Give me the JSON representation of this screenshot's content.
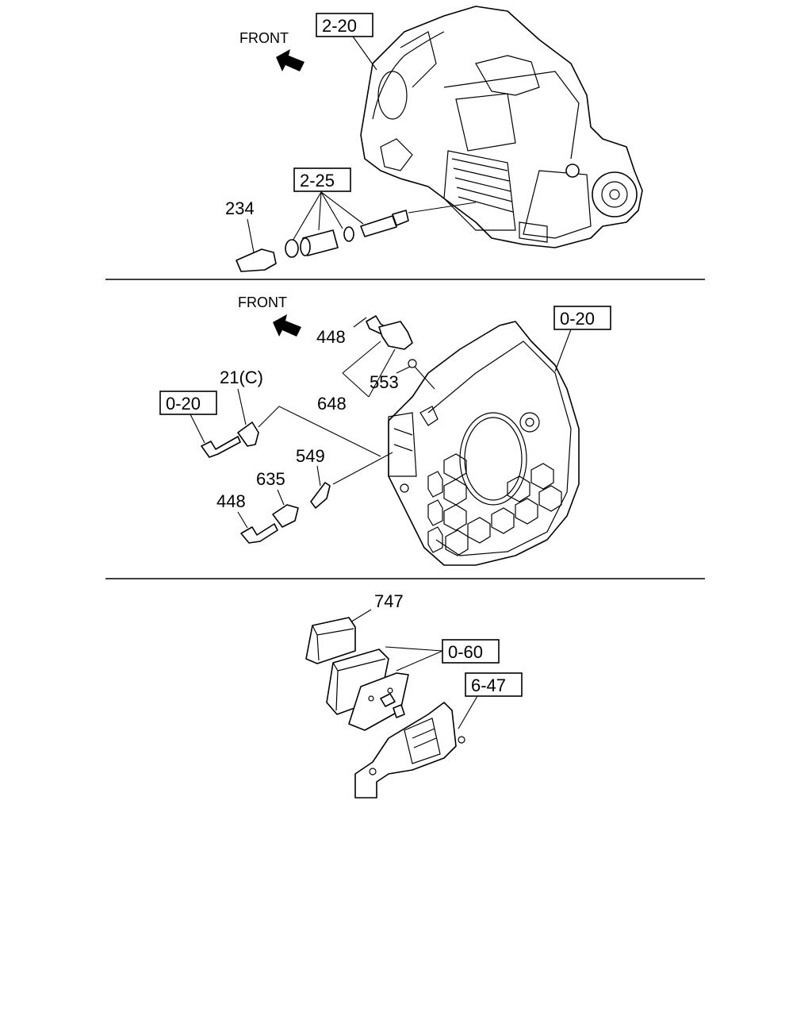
{
  "sections": [
    {
      "front_label": "FRONT",
      "refs": [
        "2-20",
        "2-25"
      ],
      "parts": [
        "234"
      ]
    },
    {
      "front_label": "FRONT",
      "refs": [
        "0-20",
        "0-20"
      ],
      "parts": [
        "448",
        "553",
        "648",
        "21(C)",
        "549",
        "635",
        "448"
      ]
    },
    {
      "refs": [
        "0-60",
        "6-47"
      ],
      "parts": [
        "747"
      ]
    }
  ]
}
